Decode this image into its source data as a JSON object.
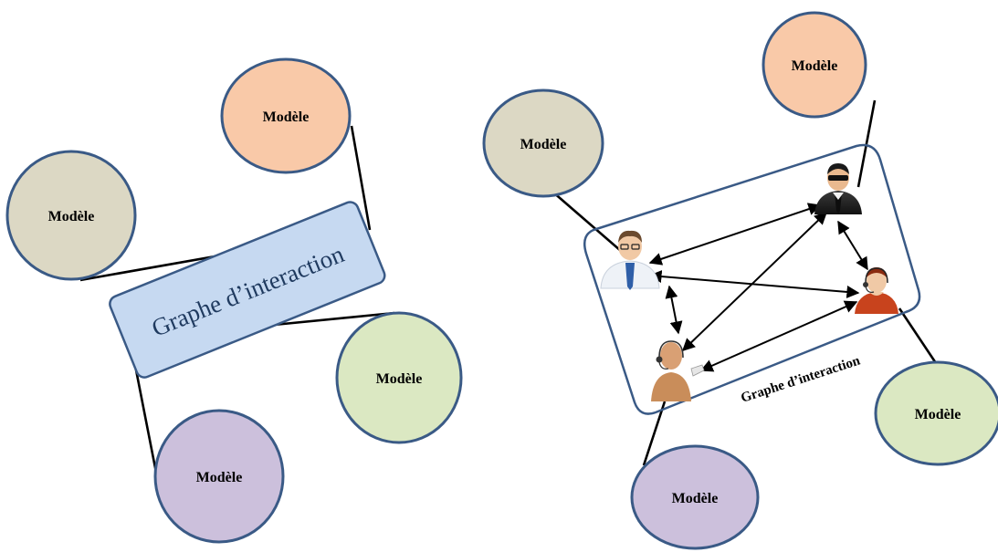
{
  "left_diagram": {
    "graph_label": "Graphe d’interaction",
    "models": [
      {
        "label": "Modèle",
        "color": "#f9c9a8"
      },
      {
        "label": "Modèle",
        "color": "#dcd8c4"
      },
      {
        "label": "Modèle",
        "color": "#dbe8c2"
      },
      {
        "label": "Modèle",
        "color": "#ccc0dc"
      }
    ],
    "graph_fill": "#c6d9f1",
    "graph_stroke": "#3a5a86"
  },
  "right_diagram": {
    "graph_label": "Graphe d’interaction",
    "models": [
      {
        "label": "Modèle",
        "color": "#f9c9a8"
      },
      {
        "label": "Modèle",
        "color": "#dcd8c4"
      },
      {
        "label": "Modèle",
        "color": "#dbe8c2"
      },
      {
        "label": "Modèle",
        "color": "#ccc0dc"
      }
    ],
    "agents": [
      {
        "icon": "businessman-glasses-icon"
      },
      {
        "icon": "agent-sunglasses-icon"
      },
      {
        "icon": "operator-headset-red-icon"
      },
      {
        "icon": "operator-headset-icon"
      }
    ]
  }
}
